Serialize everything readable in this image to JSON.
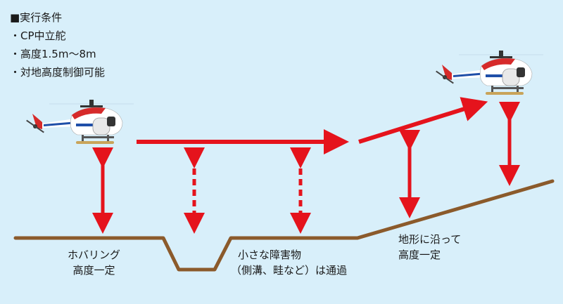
{
  "conditions": {
    "title": "■実行条件",
    "items": [
      "・CP中立舵",
      "・高度1.5m～8m",
      "・対地高度制御可能"
    ]
  },
  "labels": {
    "hover_line1": "ホバリング",
    "hover_line2": "高度一定",
    "obstacle_line1": "小さな障害物",
    "obstacle_line2": "（側溝、畦など）は通過",
    "terrain_line1": "地形に沿って",
    "terrain_line2": "高度一定"
  },
  "colors": {
    "background": "#d8effa",
    "ground": "#8b5a2b",
    "arrow": "#e5131c",
    "helicopter_body": "#ffffff",
    "helicopter_accent_red": "#d62a2a",
    "helicopter_accent_blue": "#1f4fa8",
    "skid": "#c9a45a"
  },
  "icons": {
    "helicopter": "helicopter-icon"
  }
}
